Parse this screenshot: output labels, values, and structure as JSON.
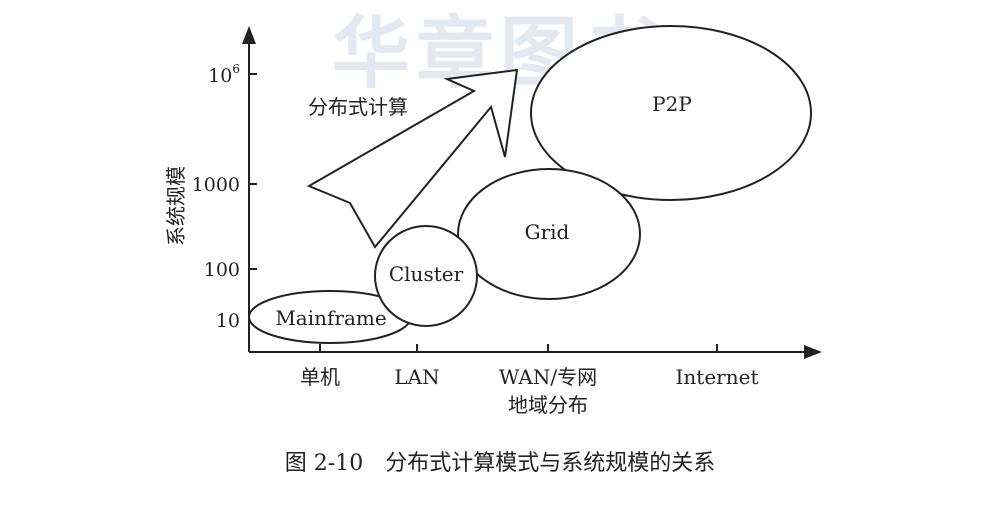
{
  "watermark": "华章图书",
  "y_axis": {
    "label": "系统规模",
    "ticks": [
      "10",
      "100",
      "1000",
      "10"
    ],
    "top_tick_exponent": "6"
  },
  "x_axis": {
    "ticks": [
      "单机",
      "LAN",
      "WAN/专网",
      "Internet"
    ],
    "sub_label": "地域分布"
  },
  "trend_label": "分布式计算",
  "nodes": {
    "mainframe": "Mainframe",
    "cluster": "Cluster",
    "grid": "Grid",
    "p2p": "P2P"
  },
  "caption": "图 2-10　分布式计算模式与系统规模的关系",
  "colors": {
    "ink": "#222222",
    "watermark": "#e4e8f0"
  }
}
